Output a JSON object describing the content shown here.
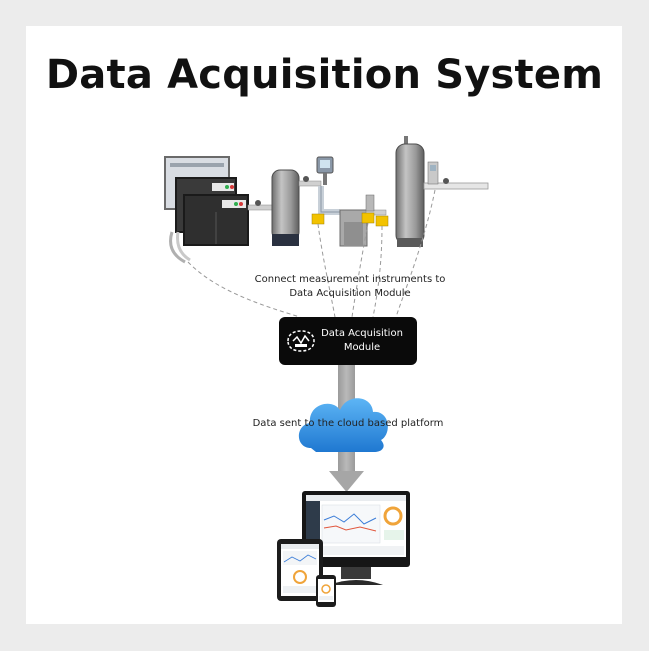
{
  "title": "Data Acquisition System",
  "captions": {
    "connect_line1": "Connect measurement instruments to",
    "connect_line2": "Data Acquisition Module",
    "cloud": "Data sent to the cloud based platform"
  },
  "module": {
    "line1": "Data Acquisition",
    "line2": "Module"
  },
  "colors": {
    "background": "#ececec",
    "card": "#ffffff",
    "module_box": "#0a0a0a",
    "cloud": "#2f8fe0",
    "arrow": "#a6a6a6",
    "tank": "#8c8c8c",
    "cable_dashed": "#9a9a9a",
    "connector_yellow": "#f2c200"
  },
  "icons": [
    "compressor-units",
    "air-receiver-tank",
    "pressure-sensor",
    "filter-unit",
    "vertical-tank",
    "daq-logo-icon",
    "cloud-icon",
    "down-arrow",
    "desktop-monitor",
    "tablet",
    "phone"
  ]
}
